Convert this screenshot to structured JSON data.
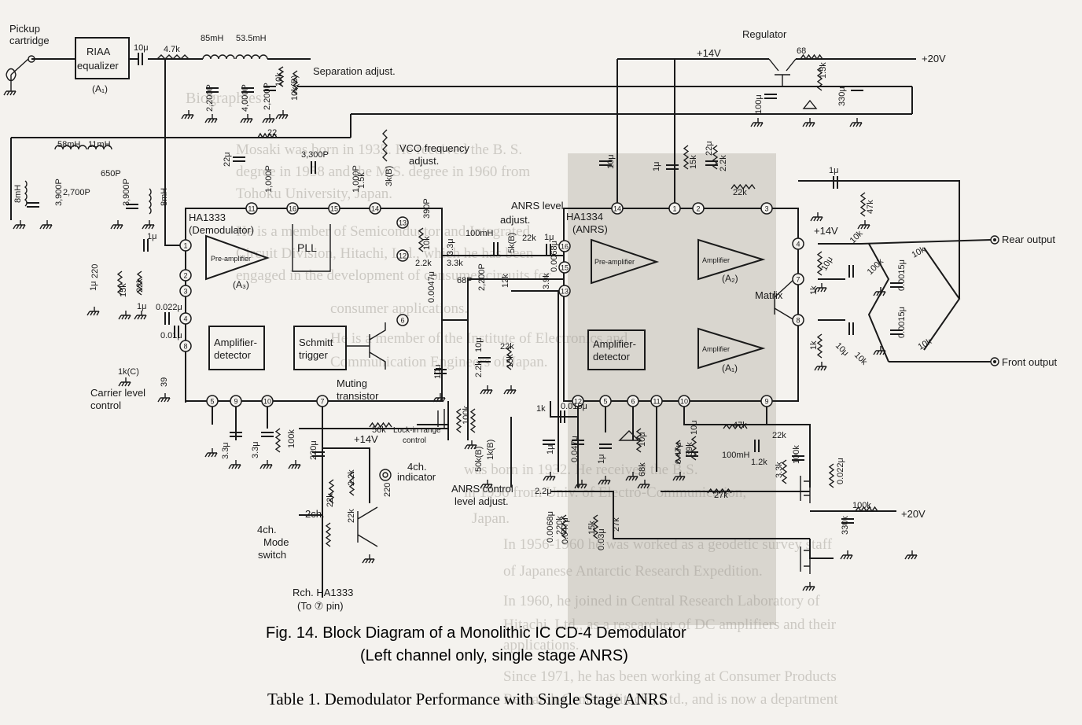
{
  "figure": {
    "caption_line1": "Fig. 14.  Block Diagram of a Monolithic IC CD-4 Demodulator",
    "caption_line2": "(Left channel only, single stage ANRS)",
    "table_title": "Table 1.  Demodulator Performance with Single Stage ANRS"
  },
  "blocks": {
    "riaa": {
      "line1": "RIAA",
      "line2": "equalizer",
      "line3": "(A₁)"
    },
    "ha1333": {
      "line1": "HA1333",
      "line2": "(Demodulator)"
    },
    "preamp_a3": {
      "label": "Pre-amplifier",
      "sub": "(A₃)"
    },
    "pll": {
      "label": "PLL"
    },
    "amp_det_left": {
      "line1": "Amplifier-",
      "line2": "detector"
    },
    "schmitt": {
      "line1": "Schmitt",
      "line2": "trigger"
    },
    "muting": {
      "line1": "Muting",
      "line2": "transistor"
    },
    "ha1334": {
      "line1": "HA1334",
      "line2": "(ANRS)"
    },
    "preamp_anrs": {
      "label": "Pre-amplifier"
    },
    "amp_det_right": {
      "line1": "Amplifier-",
      "line2": "detector"
    },
    "amp_a2": {
      "label": "Amplifier",
      "sub": "(A₂)"
    },
    "amp_a1": {
      "label": "Amplifier",
      "sub": "(A₁)"
    },
    "matrix": {
      "label": "Matrix"
    }
  },
  "labels": {
    "pickup": "Pickup",
    "cartridge": "cartridge",
    "regulator": "Regulator",
    "plus14v_top": "+14V",
    "plus20v_top": "+20V",
    "plus20v_bottom": "+20V",
    "plus14v_right": "+14V",
    "plus14v_bottom": "+14V",
    "separation": "Separation adjust.",
    "vco1": "VCO frequency",
    "vco2": "adjust.",
    "anrs_level1": "ANRS level",
    "anrs_level2": "adjust.",
    "carrier1": "Carrier level",
    "carrier2": "control",
    "lockin1": "Lock-in range",
    "lockin2": "control",
    "indicator1": "4ch.",
    "indicator2": "indicator",
    "anrs_ctrl1": "ANRS control",
    "anrs_ctrl2": "level adjust.",
    "mode1": "4ch.",
    "mode2": "Mode",
    "mode3": "switch",
    "mode_2ch": "2ch.",
    "rch1": "Rch. HA1333",
    "rch2": "(To ⑦ pin)",
    "rear": "Rear output",
    "front": "Front output"
  },
  "components": [
    "10μ",
    "4.7k",
    "85mH",
    "53.5mH",
    "2,200P",
    "4,000P",
    "2,200P",
    "10k",
    "10k(B)",
    "22",
    "3,300P",
    "1,000P",
    "1,000P",
    "1.5k",
    "3k(B)",
    "390P",
    "58mH",
    "11mH",
    "650P",
    "2,700P",
    "3,900P",
    "3,900P",
    "8mH",
    "8mH",
    "22μ",
    "1μ",
    "1μ",
    "220",
    "15k",
    "22k",
    "1μ",
    "0.022μ",
    "0.01μ",
    "1k(C)",
    "39",
    "100mH",
    "22k",
    "5k(B)",
    "1μ",
    "2.2k",
    "3.3k",
    "3.3μ",
    "10k",
    "68P",
    "2,200P",
    "0.0047μ",
    "12k",
    "3.9k",
    "0.0068μ",
    "10μ",
    "2.2k",
    "22k",
    "15k",
    "10μ",
    "56k",
    "100k",
    "50k(B)",
    "1k(B)",
    "3.3μ",
    "3.3μ",
    "100k",
    "220μ",
    "2.2k",
    "22k",
    "22k",
    "220",
    "68",
    "1.5k",
    "100μ",
    "330μ",
    "10μ",
    "1μ",
    "15k",
    "22μ",
    "2.2k",
    "22k",
    "1μ",
    "47k",
    "1k",
    "10μ",
    "10k",
    "100k",
    "0.0015μ",
    "10k",
    "1k",
    "10μ",
    "10k",
    "0.0015μ",
    "10k",
    "1k",
    "1μ",
    "0.047μ",
    "0.015μ",
    "1μ",
    "10μ",
    "68k",
    "2.2μ",
    "220k",
    "0.047μ",
    "15k",
    "0.03μ",
    "27k",
    "0.0068μ",
    "47k",
    "22k",
    "100mH",
    "1.2k",
    "0.47μ",
    "39k",
    "10μ",
    "3.3k",
    "100k",
    "0.022μ",
    "27k",
    "100k",
    "330k",
    "22μ"
  ],
  "pins": {
    "ha1333_left": [
      "1",
      "2",
      "3",
      "4",
      "8"
    ],
    "ha1333_top": [
      "11",
      "16",
      "15",
      "14",
      "13"
    ],
    "ha1333_right": [
      "12",
      "6"
    ],
    "ha1333_bottom": [
      "5",
      "9",
      "10",
      "7"
    ],
    "ha1334_left": [
      "16",
      "15",
      "13"
    ],
    "ha1334_top": [
      "14",
      "1",
      "2",
      "3"
    ],
    "ha1334_right": [
      "4",
      "7",
      "8"
    ],
    "ha1334_bottom": [
      "12",
      "5",
      "6",
      "11",
      "10",
      "9"
    ]
  }
}
